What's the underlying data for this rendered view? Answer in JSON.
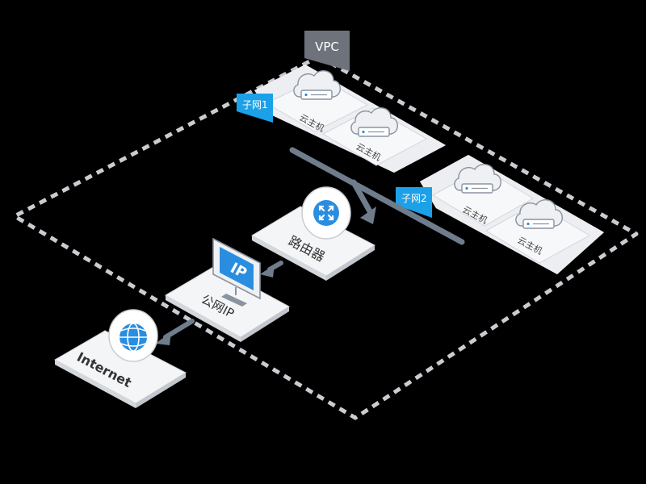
{
  "vpc": {
    "label": "VPC"
  },
  "subnets": [
    {
      "label": "子网1",
      "hosts": [
        "云主机",
        "云主机"
      ]
    },
    {
      "label": "子网2",
      "hosts": [
        "云主机",
        "云主机"
      ]
    }
  ],
  "router": {
    "label": "路由器"
  },
  "public_ip": {
    "label": "公网IP",
    "badge": "IP"
  },
  "internet": {
    "label": "Internet"
  },
  "colors": {
    "background": "#000000",
    "outline": "#c9ccd1",
    "tile": "#f2f3f5",
    "tile_side": "#d9dce1",
    "accent": "#1ca0e8",
    "icon_blue": "#2a8ee0",
    "connector": "#6f7c8c",
    "text": "#444444",
    "vpc_tab": "#6e737b"
  },
  "icons": [
    "cloud-server-icon",
    "router-icon",
    "monitor-ip-icon",
    "globe-icon"
  ]
}
